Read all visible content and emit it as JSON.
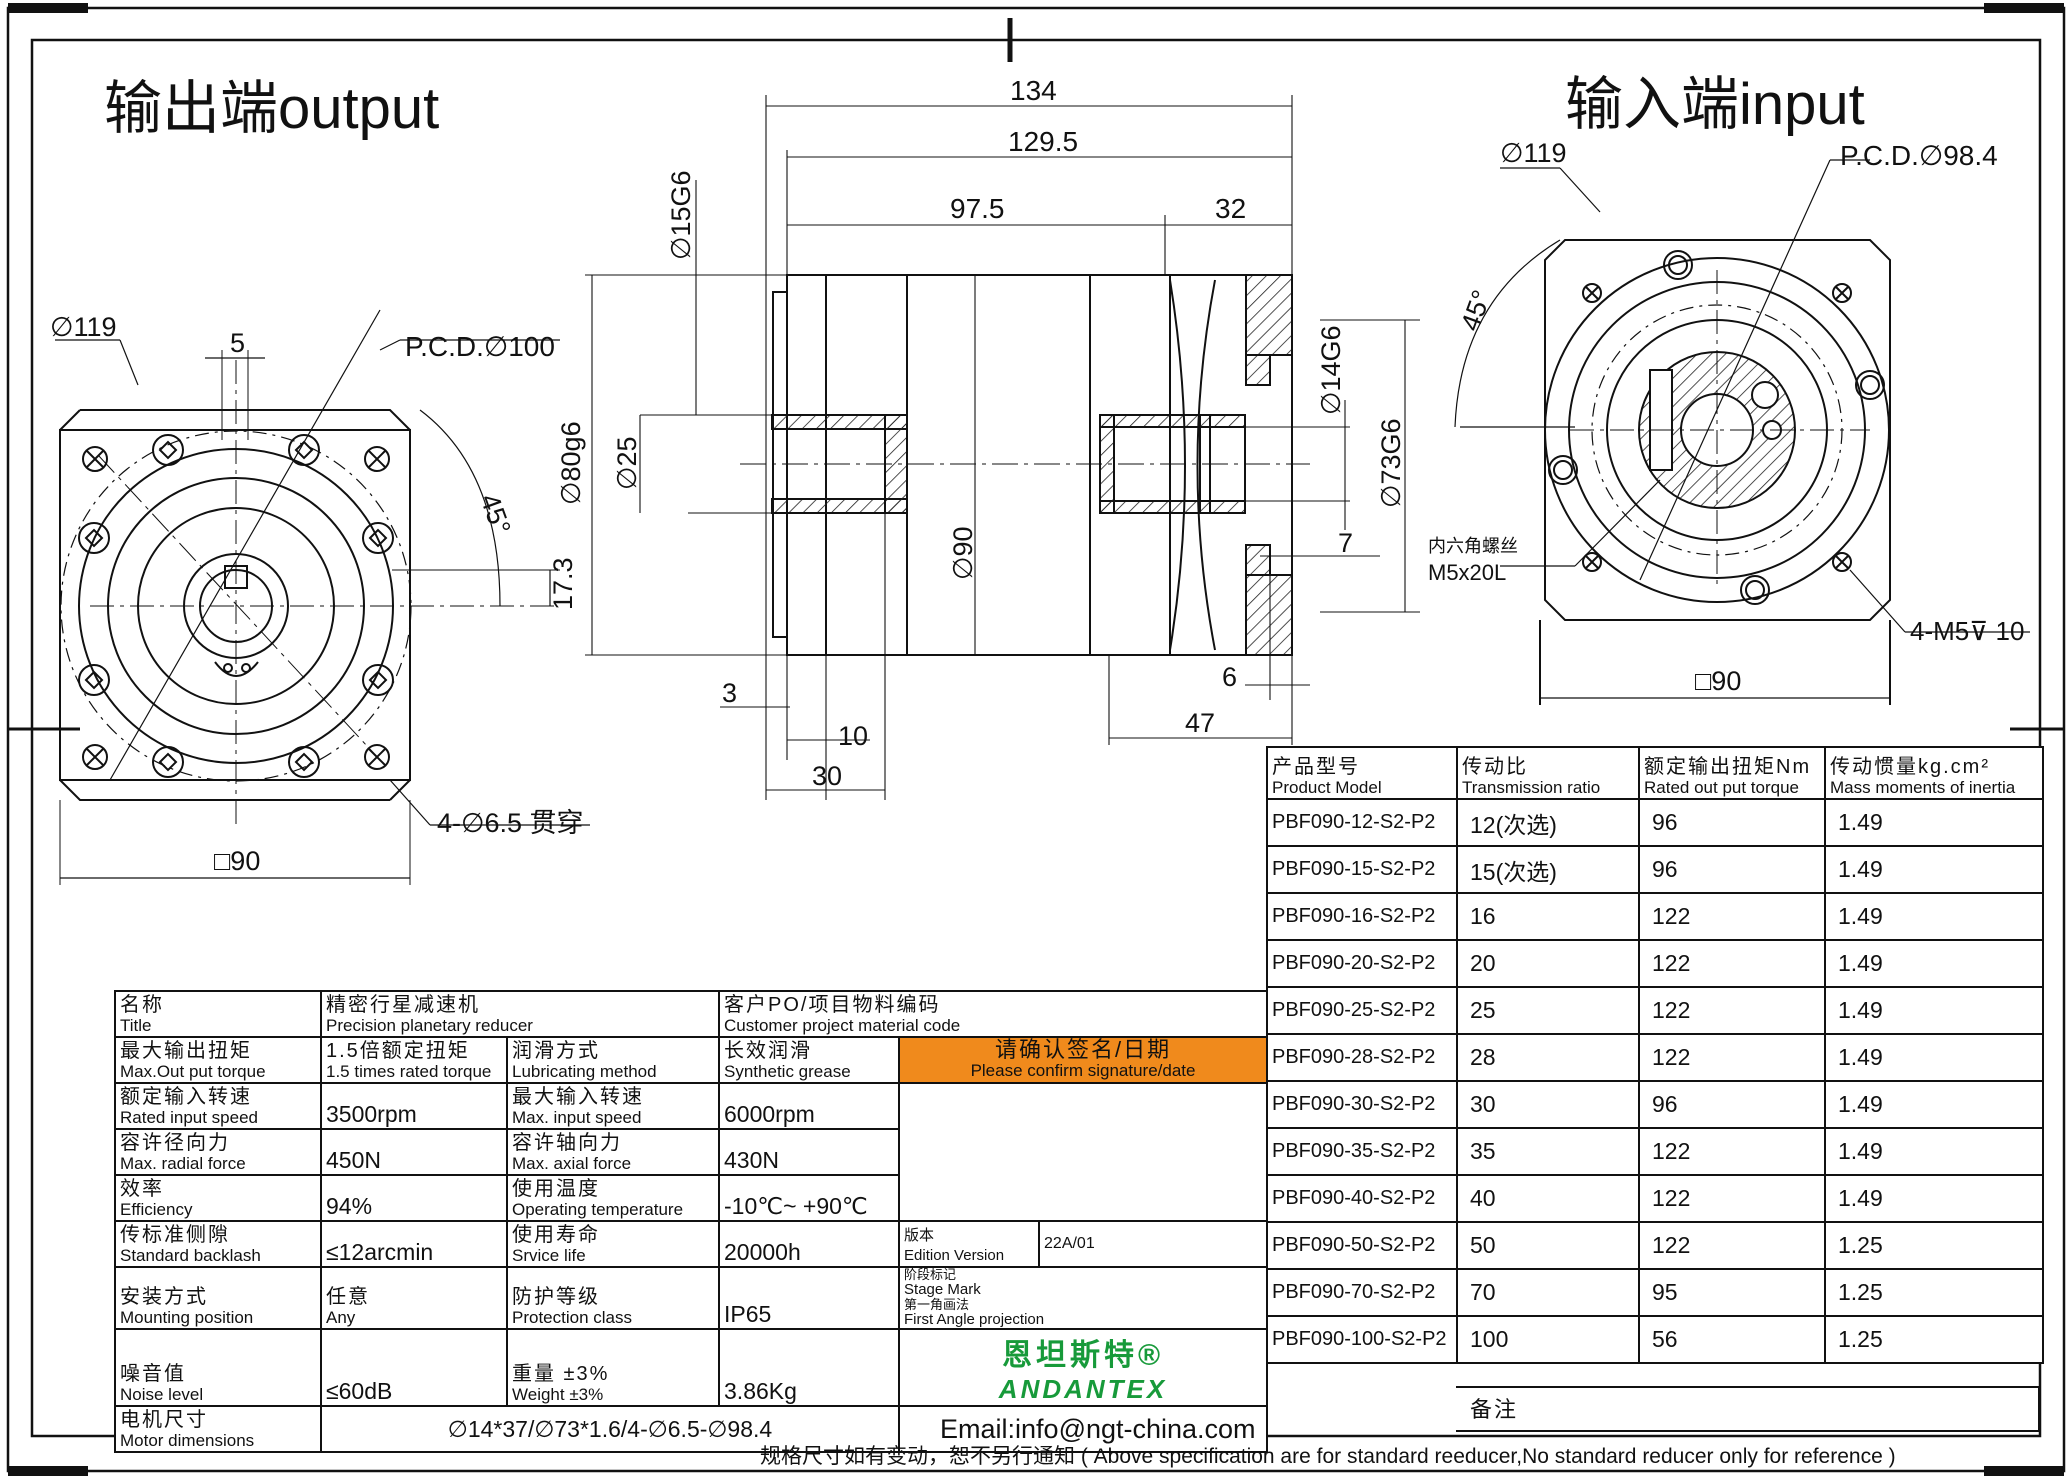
{
  "views": {
    "output_title": "输出端output",
    "input_title": "输入端input"
  },
  "output_view": {
    "phi119": "∅119",
    "key5": "5",
    "pcd": "P.C.D.∅100",
    "angle": "45°",
    "dim173": "17.3",
    "holes": "4-∅6.5 贯穿",
    "square": "□90"
  },
  "side_view": {
    "d134": "134",
    "d1295": "129.5",
    "d975": "97.5",
    "d32": "32",
    "phi15": "∅15G6",
    "phi80": "∅80g6",
    "phi25": "∅25",
    "phi90": "∅90",
    "phi14": "∅14G6",
    "phi73": "∅73G6",
    "d7": "7",
    "d3": "3",
    "d10": "10",
    "d30": "30",
    "d6": "6",
    "d47": "47"
  },
  "input_view": {
    "phi119": "∅119",
    "pcd": "P.C.D.∅98.4",
    "angle": "45°",
    "screw_cn": "内六角螺丝",
    "screw": "M5x20L",
    "holes": "4-M5⊽ 10",
    "square": "□90"
  },
  "model_table": {
    "headers": [
      {
        "cn": "产品型号",
        "en": "Product Model"
      },
      {
        "cn": "传动比",
        "en": "Transmission ratio"
      },
      {
        "cn": "额定输出扭矩Nm",
        "en": "Rated out put torque"
      },
      {
        "cn": "传动惯量kg.cm²",
        "en": "Mass moments of inertia"
      }
    ],
    "rows": [
      [
        "PBF090-12-S2-P2",
        "12(次选)",
        "96",
        "1.49"
      ],
      [
        "PBF090-15-S2-P2",
        "15(次选)",
        "96",
        "1.49"
      ],
      [
        "PBF090-16-S2-P2",
        "16",
        "122",
        "1.49"
      ],
      [
        "PBF090-20-S2-P2",
        "20",
        "122",
        "1.49"
      ],
      [
        "PBF090-25-S2-P2",
        "25",
        "122",
        "1.49"
      ],
      [
        "PBF090-28-S2-P2",
        "28",
        "122",
        "1.49"
      ],
      [
        "PBF090-30-S2-P2",
        "30",
        "96",
        "1.49"
      ],
      [
        "PBF090-35-S2-P2",
        "35",
        "122",
        "1.49"
      ],
      [
        "PBF090-40-S2-P2",
        "40",
        "122",
        "1.49"
      ],
      [
        "PBF090-50-S2-P2",
        "50",
        "122",
        "1.25"
      ],
      [
        "PBF090-70-S2-P2",
        "70",
        "95",
        "1.25"
      ],
      [
        "PBF090-100-S2-P2",
        "100",
        "56",
        "1.25"
      ]
    ],
    "remark": "备注"
  },
  "spec": {
    "title_cn": "名称",
    "title_en": "Title",
    "name_cn": "精密行星减速机",
    "name_en": "Precision planetary reducer",
    "customer_cn": "客户PO/项目物料编码",
    "customer_en": "Customer project material code",
    "maxtorque_cn": "最大输出扭矩",
    "maxtorque_en": "Max.Out put torque",
    "maxtorque_v_cn": "1.5倍额定扭矩",
    "maxtorque_v_en": "1.5 times rated torque",
    "lube_cn": "润滑方式",
    "lube_en": "Lubricating method",
    "lube_v_cn": "长效润滑",
    "lube_v_en": "Synthetic grease",
    "confirm_cn": "请确认签名/日期",
    "confirm_en": "Please confirm signature/date",
    "rin_cn": "额定输入转速",
    "rin_en": "Rated input speed",
    "rin_v": "3500rpm",
    "min_cn": "最大输入转速",
    "min_en": "Max. input speed",
    "min_v": "6000rpm",
    "rad_cn": "容许径向力",
    "rad_en": "Max. radial force",
    "rad_v": "450N",
    "ax_cn": "容许轴向力",
    "ax_en": "Max. axial force",
    "ax_v": "430N",
    "eff_cn": "效率",
    "eff_en": "Efficiency",
    "eff_v": "94%",
    "temp_cn": "使用温度",
    "temp_en": "Operating temperature",
    "temp_v": "-10℃~ +90℃",
    "edition_cn": "版本",
    "edition_en": "Edition Version",
    "edition_v": "22A/01",
    "back_cn": "传标准侧隙",
    "back_en": "Standard backlash",
    "back_v": "≤12arcmin",
    "life_cn": "使用寿命",
    "life_en": "Srvice life",
    "life_v": "20000h",
    "stage_cn": "阶段标记",
    "stage_en": "Stage Mark",
    "mount_cn": "安装方式",
    "mount_en": "Mounting position",
    "mount_v_cn": "任意",
    "mount_v_en": "Any",
    "prot_cn": "防护等级",
    "prot_en": "Protection class",
    "prot_v": "IP65",
    "proj_cn": "第一角画法",
    "proj_en": "First Angle projection",
    "noise_cn": "噪音值",
    "noise_en": "Noise level",
    "noise_v": "≤60dB",
    "weight_cn": "重量 ±3%",
    "weight_en": "Weight ±3%",
    "weight_v": "3.86Kg",
    "logo_cn": "恩坦斯特®",
    "logo_en": "ANDANTEX",
    "motor_cn": "电机尺寸",
    "motor_en": "Motor dimensions",
    "motor_v": "∅14*37/∅73*1.6/4-∅6.5-∅98.4",
    "email": "Email:info@ngt-china.com"
  },
  "footer": "规格尺寸如有变动，恕不另行通知 ( Above specification are for standard reeducer,No standard reducer only for reference )"
}
